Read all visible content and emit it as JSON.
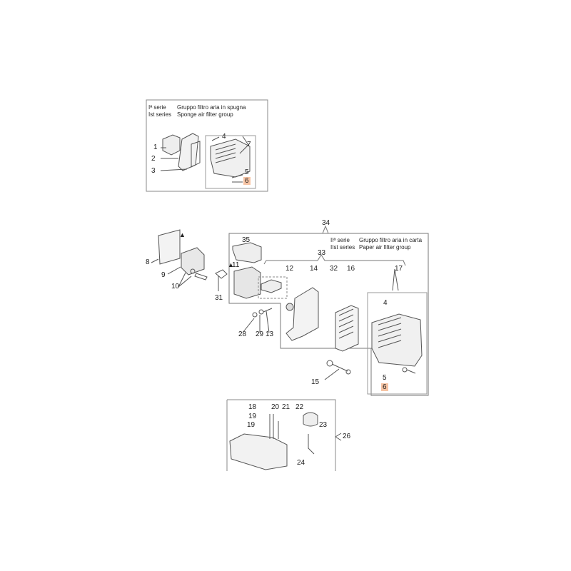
{
  "diagram": {
    "type": "exploded-parts-diagram",
    "highlight_color": "#f7c4a4",
    "panels": [
      {
        "id": "sponge-group",
        "series_it": "Iª serie",
        "series_en": "Ist series",
        "title_it": "Gruppo filtro aria in spugna",
        "title_en": "Sponge air filter group",
        "labels": [
          "1",
          "2",
          "3",
          "4",
          "5",
          "6",
          "7"
        ]
      },
      {
        "id": "paper-group",
        "series_it": "IIª serie",
        "series_en": "IIst series",
        "title_it": "Gruppo filtro aria in carta",
        "title_en": "Paper air filter group",
        "labels": [
          "34",
          "35",
          "11",
          "33",
          "12",
          "14",
          "32",
          "16",
          "17",
          "4",
          "5",
          "6"
        ]
      },
      {
        "id": "intake-parts",
        "labels": [
          "8",
          "9",
          "10",
          "31",
          "28",
          "29",
          "13",
          "15"
        ]
      },
      {
        "id": "fuel-tank-group",
        "labels": [
          "18",
          "19",
          "19",
          "20",
          "21",
          "22",
          "23",
          "24",
          "26"
        ]
      }
    ],
    "label_text": {
      "l1": "1",
      "l2": "2",
      "l3": "3",
      "l4a": "4",
      "l5a": "5",
      "l6a": "6",
      "l7": "7",
      "l34": "34",
      "l35": "35",
      "l11": "11",
      "l33": "33",
      "l12": "12",
      "l14": "14",
      "l32": "32",
      "l16": "16",
      "l17": "17",
      "l4b": "4",
      "l5b": "5",
      "l6b": "6",
      "l8": "8",
      "l9": "9",
      "l10": "10",
      "l31": "31",
      "l28": "28",
      "l29": "29",
      "l13": "13",
      "l15": "15",
      "l18": "18",
      "l19a": "19",
      "l19b": "19",
      "l20": "20",
      "l21": "21",
      "l22": "22",
      "l23": "23",
      "l24": "24",
      "l26": "26"
    },
    "warning_marker": "▲"
  }
}
